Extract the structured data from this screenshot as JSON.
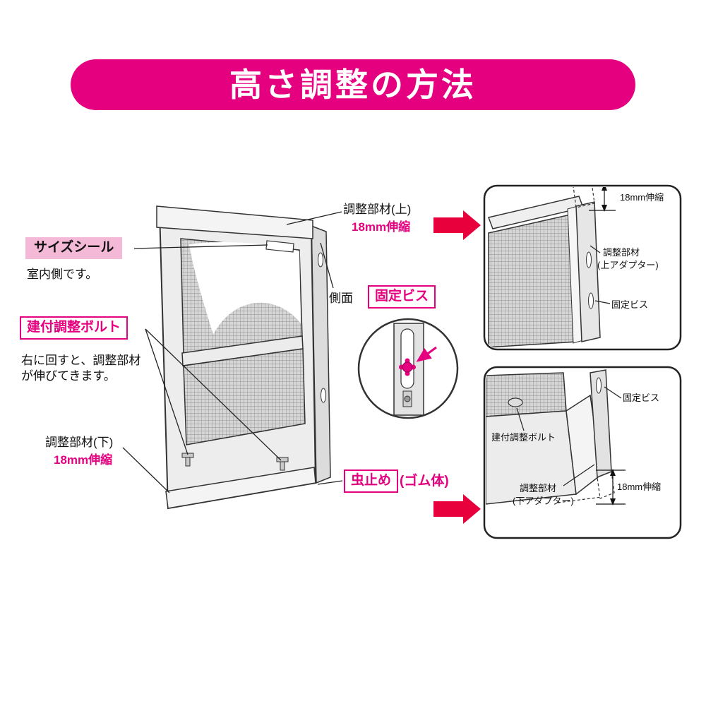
{
  "banner": {
    "title": "高さ調整の方法"
  },
  "colors": {
    "accent": "#e4007f",
    "arrow": "#e8003d",
    "seal_box_bg": "#f5b9d8"
  },
  "main_labels": {
    "size_seal": "サイズシール",
    "indoor_note": "室内側です。",
    "fit_bolt": "建付調整ボルト",
    "bolt_note": "右に回すと、調整部材が伸びてきます。",
    "lower_member": "調整部材(下)",
    "lower_extend": "18mm伸縮",
    "upper_member": "調整部材(上)",
    "upper_extend": "18mm伸縮",
    "side": "側面",
    "fixing_screw": "固定ビス",
    "insect_stop": "虫止め",
    "rubber": "(ゴム体)"
  },
  "top_panel": {
    "extend": "18mm伸縮",
    "member": "調整部材",
    "adapter": "(上アダプター)",
    "fixing_screw": "固定ビス"
  },
  "bottom_panel": {
    "fixing_screw": "固定ビス",
    "fit_bolt": "建付調整ボルト",
    "member": "調整部材",
    "adapter": "(下アダプター)",
    "extend": "18mm伸縮"
  }
}
